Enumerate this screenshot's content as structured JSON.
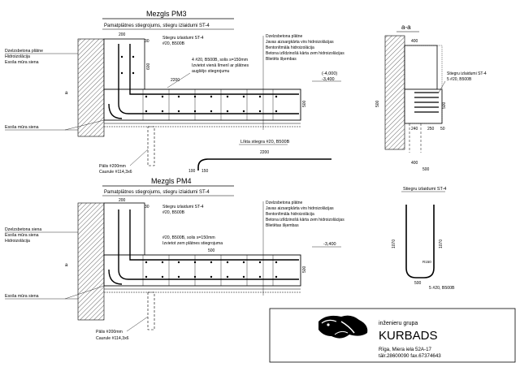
{
  "pm3": {
    "title": "Mezgls PM3",
    "subtitle": "Pamatplātnes stiegrojums, stiegru izlaidumi ST-4",
    "left_labels": [
      "Dzelzsbetona plātne",
      "Hidroizolācija",
      "Esoša mūra siena"
    ],
    "lower_label": "Esoša mūra siena",
    "layers": [
      "Dzelzsbetona plātne",
      "Javas aizsargkārta virs hidroizolācijas",
      "Bentonītmāla hidroizolācija",
      "Betona izlīdzinošā kārta zem hidroizolācijas",
      "Blietēts šķembas"
    ],
    "note_st4": "Stiegru izlaidumi ST-4",
    "note_st4_rebar": "#20, B500B",
    "note_rebar": "4 #20, B500B, solis s=150mm",
    "note_rebar2": "Izvietot vienā līmenī ar plātnes",
    "note_rebar3": "augšējo stiegrojumu",
    "level1": "(-4,000)",
    "level2": "-3,400",
    "pile": "Pālis #200mm",
    "casing": "Caurule #114,3x6",
    "dim_200": "200",
    "dim_2200": "2200",
    "dim_500": "500",
    "dim_600": "600",
    "dim_30": "30",
    "dim_a": "a"
  },
  "straight_bar": {
    "title": "Līkta stiegra #20, B500B",
    "dim_length": "2200",
    "dim_hook": "100",
    "dim_r": "150"
  },
  "section_aa": {
    "title": "a-a",
    "note": "Stiegru izlaidumi ST-4",
    "note2": "5 #20, B500B",
    "dims": [
      "400",
      "500",
      "240",
      "250",
      "50",
      "400",
      "500",
      "500"
    ]
  },
  "pm4": {
    "title": "Mezgls PM4",
    "subtitle": "Pamatplātnes stiegrojums, stiegru izlaidumi ST-4",
    "left_labels": [
      "Dzelzsbetona siena",
      "Esoša mūra siena",
      "Hidroizolācija"
    ],
    "lower_label": "Esoša mūra siena",
    "layers": [
      "Dzelzsbetona plātne",
      "Javas aizsargkārta virs hidroizolācijas",
      "Bentonītmāla hidroizolācija",
      "Betona izlīdzinošā kārta zem hidroizolācijas",
      "Blietētas šķembas"
    ],
    "note_st4": "Stiegru izlaidumi ST-4",
    "note_st4_rebar": "#20, B500B",
    "note_rebar": "#20, B500B, solis s=150mm",
    "note_rebar2": "Izvietot zem plātnes stiegrojuma",
    "level": "-3,400",
    "pile": "Pālis #200mm",
    "casing": "Caurule #114,3x6",
    "dim_200": "200",
    "dim_500": "500",
    "dim_30": "30",
    "dim_a": "a"
  },
  "st4": {
    "title": "Stiegru izlaidumi ST-4",
    "dim_h": "1070",
    "dim_w": "500",
    "dim_r": "R150",
    "rebar": "5 #20, B500B"
  },
  "company": {
    "line1": "inženieru grupa",
    "name": "KURBADS",
    "address": "Rīga, Miera iela 52A-17",
    "phone": "tālr.28600090  fax.67374643"
  }
}
